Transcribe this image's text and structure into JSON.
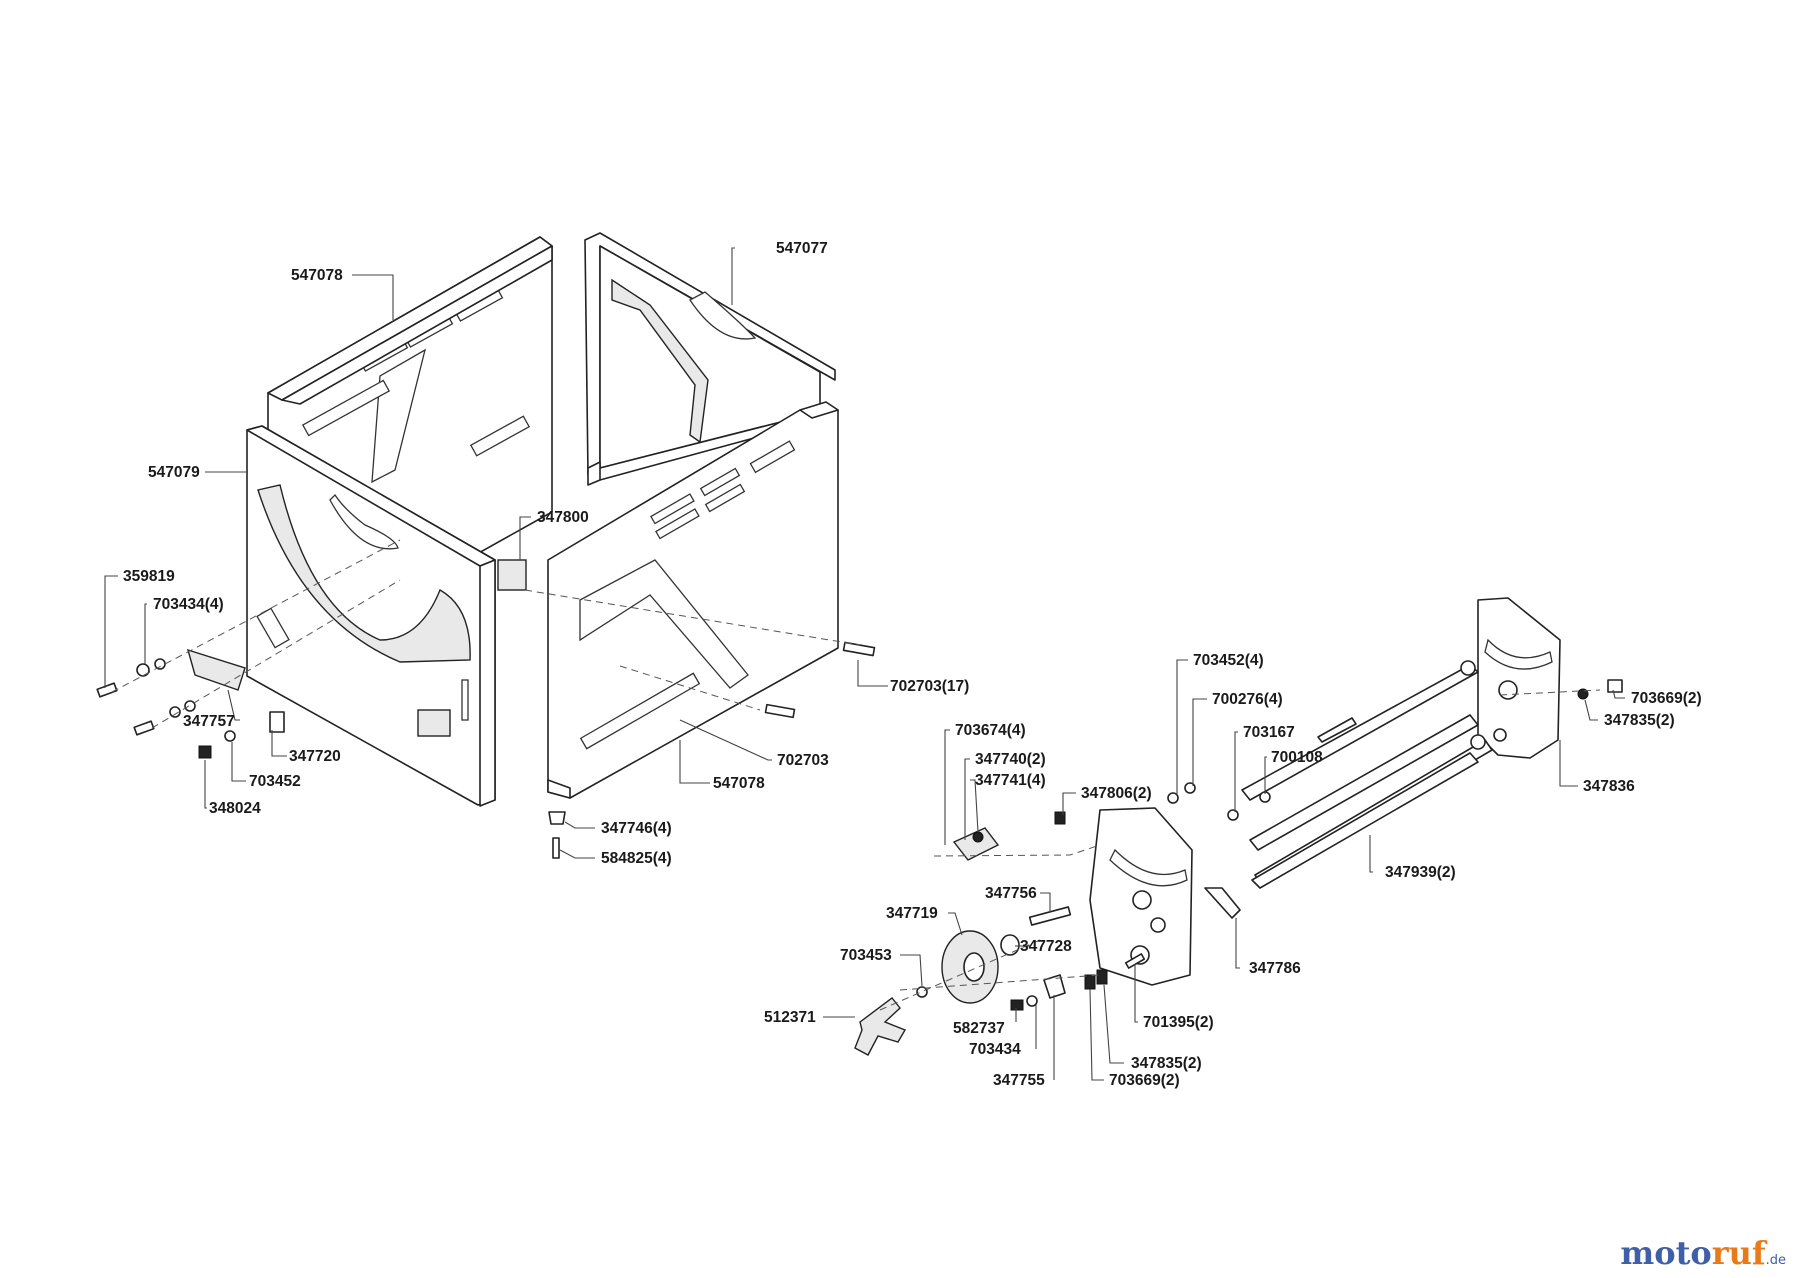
{
  "labels": {
    "p547078_top": "547078",
    "p547077": "547077",
    "p547079": "547079",
    "p347800": "347800",
    "p359819": "359819",
    "p703434_4": "703434(4)",
    "p347757": "347757",
    "p347720": "347720",
    "p703452_left": "703452",
    "p348024": "348024",
    "p702703_17": "702703(17)",
    "p702703": "702703",
    "p547078_bottom": "547078",
    "p347746_4": "347746(4)",
    "p584825_4": "584825(4)",
    "p703452_4": "703452(4)",
    "p700276_4": "700276(4)",
    "p703167": "703167",
    "p700108": "700108",
    "p703674_4": "703674(4)",
    "p347740_2": "347740(2)",
    "p347741_4": "347741(4)",
    "p347806_2": "347806(2)",
    "p703669_2_right": "703669(2)",
    "p347835_2_right": "347835(2)",
    "p347836": "347836",
    "p347939_2": "347939(2)",
    "p347756": "347756",
    "p347719": "347719",
    "p347728": "347728",
    "p703453": "703453",
    "p347786": "347786",
    "p512371": "512371",
    "p582737": "582737",
    "p701395_2": "701395(2)",
    "p703434": "703434",
    "p347835_2_bottom": "347835(2)",
    "p347755": "347755",
    "p703669_2_bottom": "703669(2)"
  },
  "branding": {
    "prefix": "moto",
    "highlight": "ruf",
    "suffix": ".de"
  }
}
